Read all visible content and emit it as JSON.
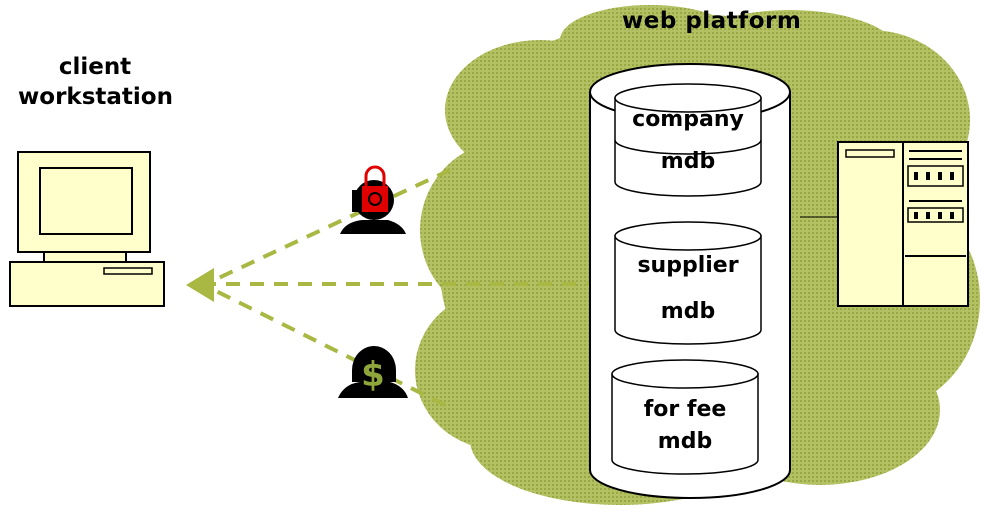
{
  "labels": {
    "platform_title": "web platform",
    "client_line1": "client",
    "client_line2": "workstation"
  },
  "databases": [
    {
      "line1": "company",
      "line2": "mdb"
    },
    {
      "line1": "supplier",
      "line2": "mdb"
    },
    {
      "line1": "for fee",
      "line2": "mdb"
    }
  ],
  "colors": {
    "cloud": "#aebd5a",
    "cloud_dark": "#8e9e3a",
    "arrow": "#a9b842",
    "cream": "#ffffcc",
    "lock_red": "#e00000",
    "dollar_green": "#8ea63a"
  },
  "icons": [
    "lock-icon",
    "dollar-icon",
    "desktop-computer-icon",
    "server-icon"
  ]
}
